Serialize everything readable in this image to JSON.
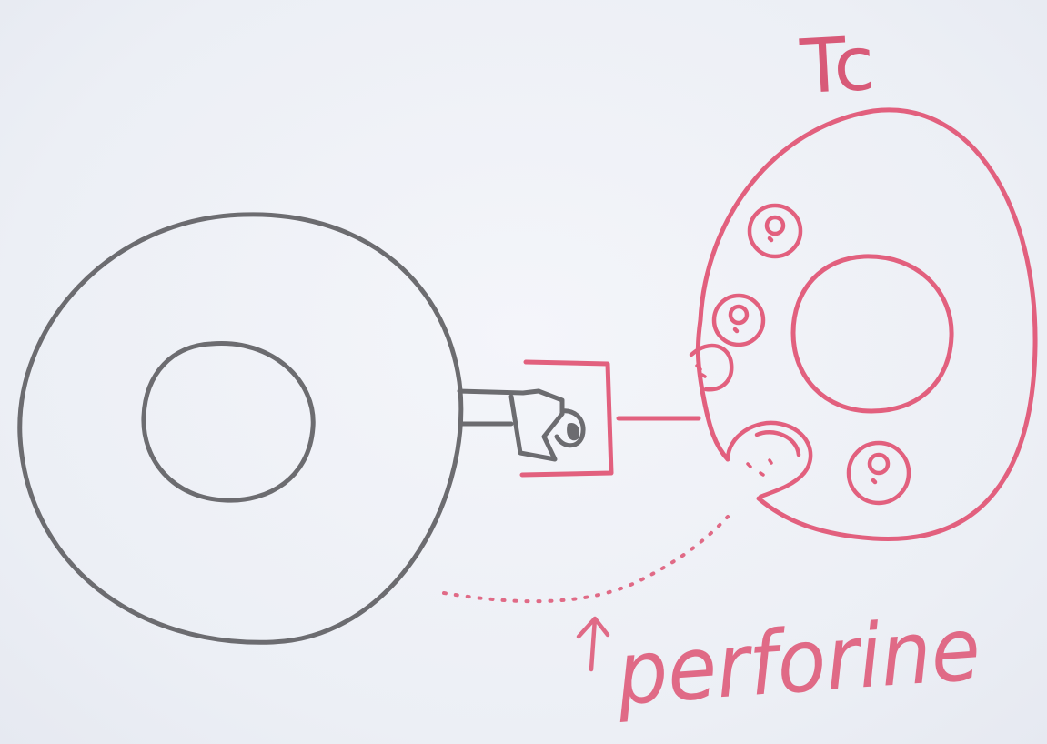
{
  "labels": {
    "tc": "Tc",
    "perforine": "perforine"
  },
  "colors": {
    "paper": "#eef0f6",
    "target_cell": "#6e6e72",
    "tc_cell": "#e2607e",
    "annotation": "#e06a86"
  },
  "components": {
    "target_cell": "target-cell",
    "tc_cell": "cytotoxic-t-cell",
    "receptor_complex": "antigen-receptor-complex",
    "granules": "perforin-granules"
  }
}
